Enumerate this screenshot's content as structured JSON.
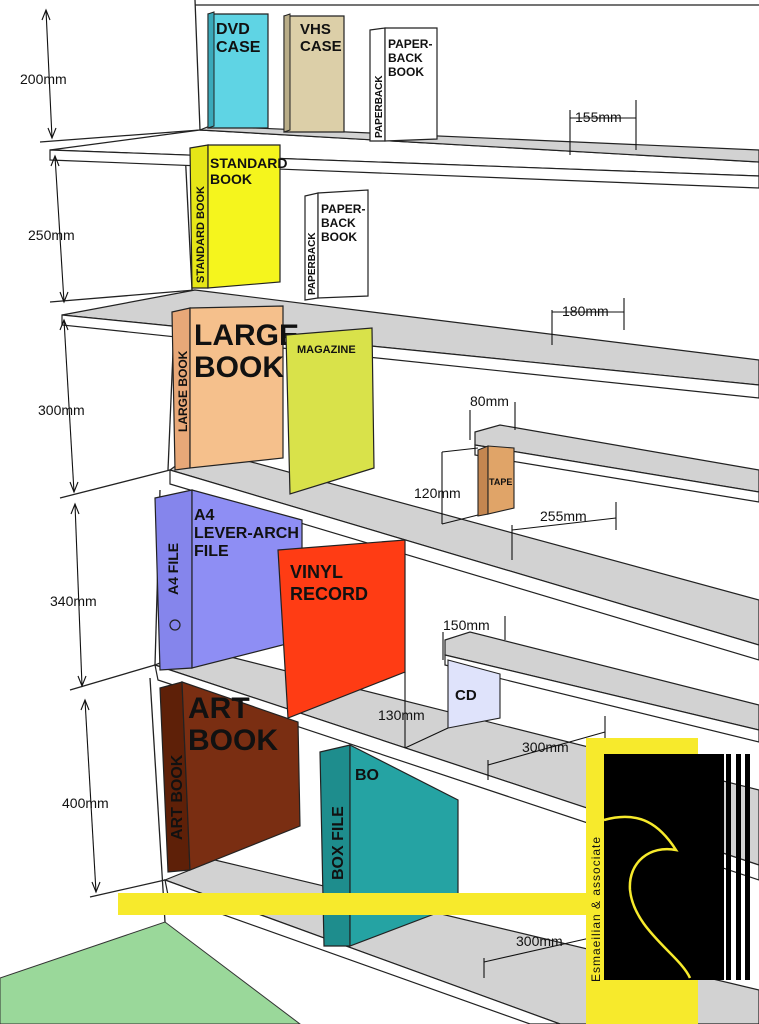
{
  "shelf_heights": {
    "h1": "200mm",
    "h2": "250mm",
    "h3": "300mm",
    "h4": "340mm",
    "h5": "400mm"
  },
  "shelf_depths": {
    "d1": "155mm",
    "d2": "180mm",
    "d3": "255mm",
    "d4": "300mm",
    "d5": "300mm"
  },
  "small_shelf_dims": {
    "tape_depth": "80mm",
    "tape_height": "120mm",
    "cd_depth": "150mm",
    "cd_height": "130mm"
  },
  "books": {
    "dvd_line1": "DVD",
    "dvd_line2": "CASE",
    "vhs_line1": "VHS",
    "vhs_line2": "CASE",
    "paperback_line1": "PAPER-",
    "paperback_line2": "BACK",
    "paperback_line3": "BOOK",
    "paperback_spine": "PAPERBACK",
    "standard_line1": "STANDARD",
    "standard_line2": "BOOK",
    "standard_spine": "STANDARD BOOK",
    "large_line1": "LARGE",
    "large_line2": "BOOK",
    "large_spine": "LARGE BOOK",
    "magazine": "MAGAZINE",
    "tape": "TAPE",
    "a4_line1": "A4",
    "a4_line2": "LEVER-ARCH",
    "a4_line3": "FILE",
    "a4_spine": "A4 FILE",
    "vinyl_line1": "VINYL",
    "vinyl_line2": "RECORD",
    "cd": "CD",
    "art_line1": "ART",
    "art_line2": "BOOK",
    "art_spine": "ART BOOK",
    "box_front": "BO",
    "box_spine": "BOX FILE"
  },
  "logo": {
    "text": "Esmaeilian & associate"
  },
  "colors": {
    "dvd": "#5fd4e4",
    "vhs": "#dccfa8",
    "standard": "#f5f51d",
    "large": "#f5c08c",
    "magazine": "#d9e24a",
    "tape": "#e0a468",
    "a4": "#8e8ef4",
    "vinyl": "#ff3c14",
    "cd": "#dfe3fb",
    "art": "#7a2e12",
    "box": "#25a3a3",
    "shelf": "#d2d2d2",
    "floor": "#9ad89a",
    "accent_yellow": "#f7ea2c"
  }
}
